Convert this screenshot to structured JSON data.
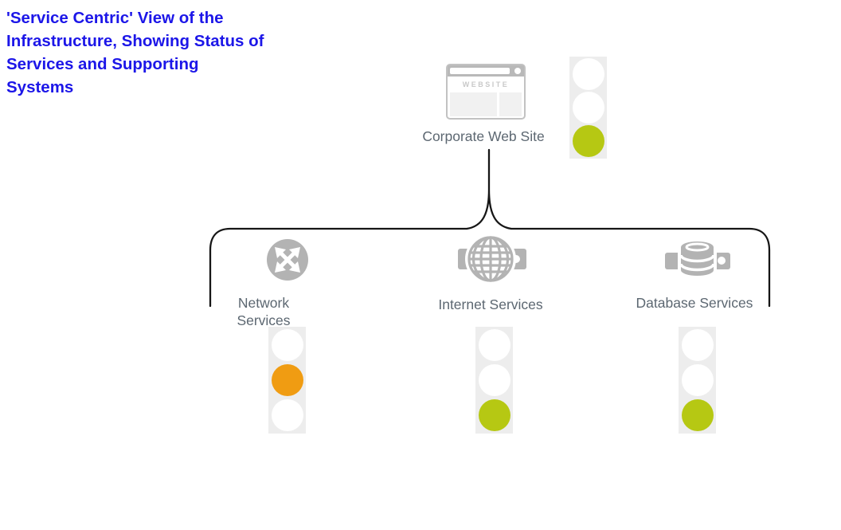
{
  "title": {
    "lines": [
      "'Service Centric' View of the",
      "Infrastructure, Showing Status of",
      "Services and Supporting",
      "Systems"
    ],
    "color": "#1c16e8"
  },
  "nodes": {
    "web": {
      "label": "Corporate Web Site",
      "icon": "browser-website-icon"
    },
    "network": {
      "label": "Network Services",
      "icon": "network-switch-icon"
    },
    "internet": {
      "label": "Internet Services",
      "icon": "internet-globe-icon"
    },
    "database": {
      "label": "Database Services",
      "icon": "database-icon"
    }
  },
  "website_icon": {
    "text": "WEBSITE"
  },
  "status_colors": {
    "off": "#ffffff",
    "green": "#b6c813",
    "orange": "#f09c12"
  },
  "lights": {
    "web": [
      "off",
      "off",
      "green"
    ],
    "network": [
      "off",
      "orange",
      "off"
    ],
    "internet": [
      "off",
      "off",
      "green"
    ],
    "database": [
      "off",
      "off",
      "green"
    ]
  },
  "colors": {
    "icon_gray": "#b3b3b3",
    "label_text": "#5c6771",
    "light_bg": "#ededed",
    "connector": "#161616",
    "title_blue": "#1c16e8"
  }
}
